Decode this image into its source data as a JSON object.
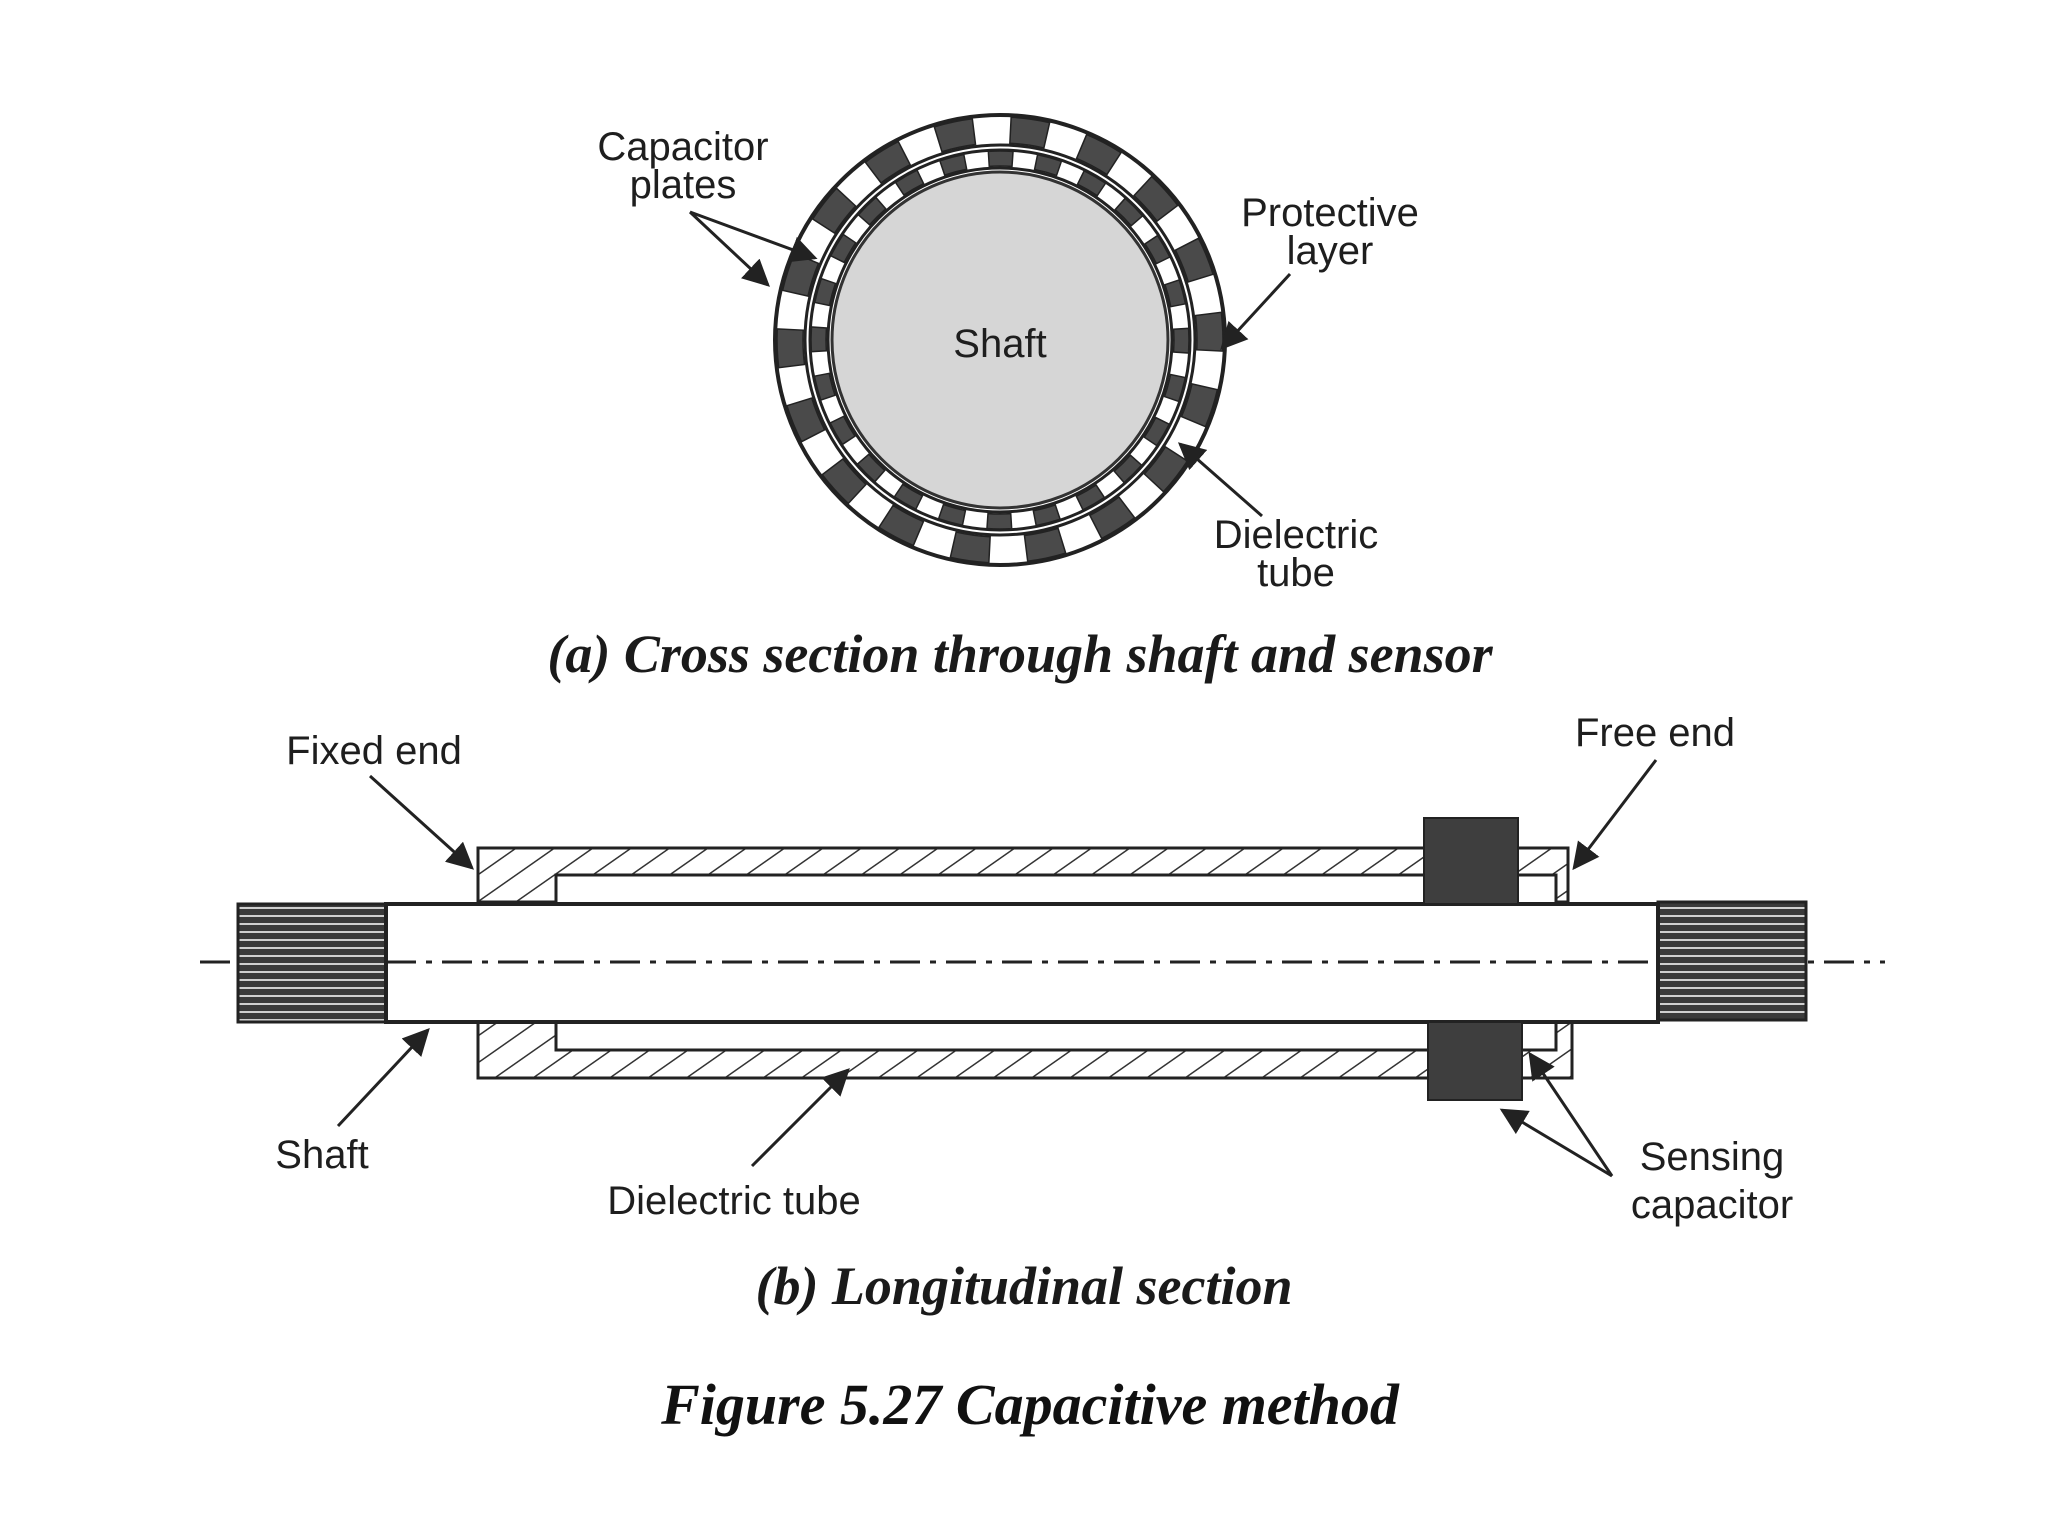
{
  "cross_section": {
    "caption": "(a) Cross section through shaft and sensor",
    "labels": {
      "capacitor_plates_1": "Capacitor",
      "capacitor_plates_2": "plates",
      "shaft": "Shaft",
      "protective_layer_1": "Protective",
      "protective_layer_2": "layer",
      "dielectric_tube_1": "Dielectric",
      "dielectric_tube_2": "tube"
    }
  },
  "longitudinal_section": {
    "caption": "(b) Longitudinal section",
    "labels": {
      "fixed_end": "Fixed end",
      "free_end": "Free end",
      "shaft": "Shaft",
      "dielectric_tube": "Dielectric tube",
      "sensing_capacitor_1": "Sensing",
      "sensing_capacitor_2": "capacitor"
    }
  },
  "figure_caption": "Figure 5.27 Capacitive method",
  "colors": {
    "shaft_fill": "#d6d6d6",
    "plate_dark": "#4a4a4a",
    "line": "#222222"
  }
}
